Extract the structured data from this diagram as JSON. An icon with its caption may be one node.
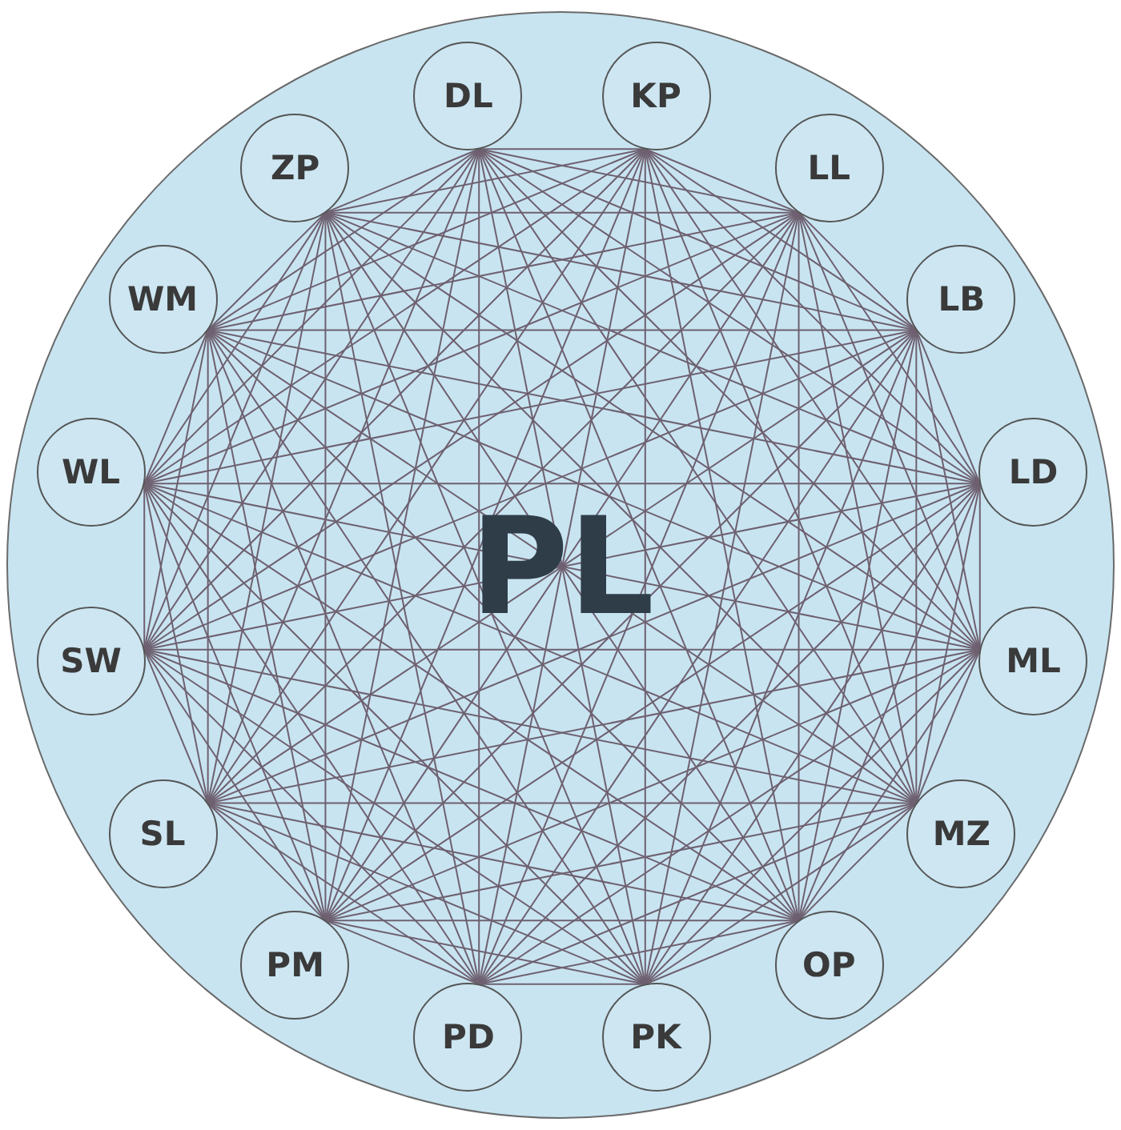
{
  "diagram": {
    "nodes": [
      {
        "text": [
          "PL"
        ]
      },
      {
        "text": [
          "DL"
        ],
        "in": 0
      },
      {
        "text": [
          "KP"
        ],
        "in": 0
      },
      {
        "text": [
          "LL"
        ],
        "in": 0
      },
      {
        "text": [
          "LB"
        ],
        "in": 0
      },
      {
        "text": [
          "LD"
        ],
        "in": 0
      },
      {
        "text": [
          "ML"
        ],
        "in": 0
      },
      {
        "text": [
          "MZ"
        ],
        "in": 0
      },
      {
        "text": [
          "OP"
        ],
        "in": 0
      },
      {
        "text": [
          "PK"
        ],
        "in": 0
      },
      {
        "text": [
          "PD"
        ],
        "in": 0
      },
      {
        "text": [
          "PM"
        ],
        "in": 0
      },
      {
        "text": [
          "SL"
        ],
        "in": 0
      },
      {
        "text": [
          "SW"
        ],
        "in": 0
      },
      {
        "text": [
          "WL"
        ],
        "in": 0
      },
      {
        "text": [
          "WM"
        ],
        "in": 0
      },
      {
        "text": [
          "ZP"
        ],
        "in": 0
      }
    ],
    "edges": [
      {
        "from": 1,
        "to": 2,
        "arrow": "none"
      },
      {
        "from": 1,
        "to": 3,
        "arrow": "none"
      },
      {
        "from": 1,
        "to": 4,
        "arrow": "none"
      },
      {
        "from": 1,
        "to": 5,
        "arrow": "none"
      },
      {
        "from": 1,
        "to": 6,
        "arrow": "none"
      },
      {
        "from": 1,
        "to": 7,
        "arrow": "none"
      },
      {
        "from": 1,
        "to": 8,
        "arrow": "none"
      },
      {
        "from": 1,
        "to": 9,
        "arrow": "none"
      },
      {
        "from": 1,
        "to": 10,
        "arrow": "none"
      },
      {
        "from": 1,
        "to": 11,
        "arrow": "none"
      },
      {
        "from": 1,
        "to": 12,
        "arrow": "none"
      },
      {
        "from": 1,
        "to": 13,
        "arrow": "none"
      },
      {
        "from": 1,
        "to": 14,
        "arrow": "none"
      },
      {
        "from": 1,
        "to": 15,
        "arrow": "none"
      },
      {
        "from": 1,
        "to": 16,
        "arrow": "none"
      },
      {
        "from": 2,
        "to": 3,
        "arrow": "none"
      },
      {
        "from": 2,
        "to": 4,
        "arrow": "none"
      },
      {
        "from": 2,
        "to": 5,
        "arrow": "none"
      },
      {
        "from": 2,
        "to": 6,
        "arrow": "none"
      },
      {
        "from": 2,
        "to": 7,
        "arrow": "none"
      },
      {
        "from": 2,
        "to": 8,
        "arrow": "none"
      },
      {
        "from": 2,
        "to": 9,
        "arrow": "none"
      },
      {
        "from": 2,
        "to": 10,
        "arrow": "none"
      },
      {
        "from": 2,
        "to": 11,
        "arrow": "none"
      },
      {
        "from": 2,
        "to": 12,
        "arrow": "none"
      },
      {
        "from": 2,
        "to": 13,
        "arrow": "none"
      },
      {
        "from": 2,
        "to": 14,
        "arrow": "none"
      },
      {
        "from": 2,
        "to": 15,
        "arrow": "none"
      },
      {
        "from": 2,
        "to": 16,
        "arrow": "none"
      },
      {
        "from": 3,
        "to": 4,
        "arrow": "none"
      },
      {
        "from": 3,
        "to": 5,
        "arrow": "none"
      },
      {
        "from": 3,
        "to": 6,
        "arrow": "none"
      },
      {
        "from": 3,
        "to": 7,
        "arrow": "none"
      },
      {
        "from": 3,
        "to": 8,
        "arrow": "none"
      },
      {
        "from": 3,
        "to": 9,
        "arrow": "none"
      },
      {
        "from": 3,
        "to": 10,
        "arrow": "none"
      },
      {
        "from": 3,
        "to": 11,
        "arrow": "none"
      },
      {
        "from": 3,
        "to": 12,
        "arrow": "none"
      },
      {
        "from": 3,
        "to": 13,
        "arrow": "none"
      },
      {
        "from": 3,
        "to": 14,
        "arrow": "none"
      },
      {
        "from": 3,
        "to": 15,
        "arrow": "none"
      },
      {
        "from": 3,
        "to": 16,
        "arrow": "none"
      },
      {
        "from": 4,
        "to": 5,
        "arrow": "none"
      },
      {
        "from": 4,
        "to": 6,
        "arrow": "none"
      },
      {
        "from": 4,
        "to": 7,
        "arrow": "none"
      },
      {
        "from": 4,
        "to": 8,
        "arrow": "none"
      },
      {
        "from": 4,
        "to": 9,
        "arrow": "none"
      },
      {
        "from": 4,
        "to": 10,
        "arrow": "none"
      },
      {
        "from": 4,
        "to": 11,
        "arrow": "none"
      },
      {
        "from": 4,
        "to": 12,
        "arrow": "none"
      },
      {
        "from": 4,
        "to": 13,
        "arrow": "none"
      },
      {
        "from": 4,
        "to": 14,
        "arrow": "none"
      },
      {
        "from": 4,
        "to": 15,
        "arrow": "none"
      },
      {
        "from": 4,
        "to": 16,
        "arrow": "none"
      },
      {
        "from": 5,
        "to": 6,
        "arrow": "none"
      },
      {
        "from": 5,
        "to": 7,
        "arrow": "none"
      },
      {
        "from": 5,
        "to": 8,
        "arrow": "none"
      },
      {
        "from": 5,
        "to": 9,
        "arrow": "none"
      },
      {
        "from": 5,
        "to": 10,
        "arrow": "none"
      },
      {
        "from": 5,
        "to": 11,
        "arrow": "none"
      },
      {
        "from": 5,
        "to": 12,
        "arrow": "none"
      },
      {
        "from": 5,
        "to": 13,
        "arrow": "none"
      },
      {
        "from": 5,
        "to": 14,
        "arrow": "none"
      },
      {
        "from": 5,
        "to": 15,
        "arrow": "none"
      },
      {
        "from": 5,
        "to": 16,
        "arrow": "none"
      },
      {
        "from": 6,
        "to": 7,
        "arrow": "none"
      },
      {
        "from": 6,
        "to": 8,
        "arrow": "none"
      },
      {
        "from": 6,
        "to": 9,
        "arrow": "none"
      },
      {
        "from": 6,
        "to": 10,
        "arrow": "none"
      },
      {
        "from": 6,
        "to": 11,
        "arrow": "none"
      },
      {
        "from": 6,
        "to": 12,
        "arrow": "none"
      },
      {
        "from": 6,
        "to": 13,
        "arrow": "none"
      },
      {
        "from": 6,
        "to": 14,
        "arrow": "none"
      },
      {
        "from": 6,
        "to": 15,
        "arrow": "none"
      },
      {
        "from": 6,
        "to": 16,
        "arrow": "none"
      },
      {
        "from": 7,
        "to": 8,
        "arrow": "none"
      },
      {
        "from": 7,
        "to": 9,
        "arrow": "none"
      },
      {
        "from": 7,
        "to": 10,
        "arrow": "none"
      },
      {
        "from": 7,
        "to": 11,
        "arrow": "none"
      },
      {
        "from": 7,
        "to": 12,
        "arrow": "none"
      },
      {
        "from": 7,
        "to": 13,
        "arrow": "none"
      },
      {
        "from": 7,
        "to": 14,
        "arrow": "none"
      },
      {
        "from": 7,
        "to": 15,
        "arrow": "none"
      },
      {
        "from": 7,
        "to": 16,
        "arrow": "none"
      },
      {
        "from": 8,
        "to": 9,
        "arrow": "none"
      },
      {
        "from": 8,
        "to": 10,
        "arrow": "none"
      },
      {
        "from": 8,
        "to": 11,
        "arrow": "none"
      },
      {
        "from": 8,
        "to": 12,
        "arrow": "none"
      },
      {
        "from": 8,
        "to": 13,
        "arrow": "none"
      },
      {
        "from": 8,
        "to": 14,
        "arrow": "none"
      },
      {
        "from": 8,
        "to": 15,
        "arrow": "none"
      },
      {
        "from": 8,
        "to": 16,
        "arrow": "none"
      },
      {
        "from": 9,
        "to": 10,
        "arrow": "none"
      },
      {
        "from": 9,
        "to": 11,
        "arrow": "none"
      },
      {
        "from": 9,
        "to": 12,
        "arrow": "none"
      },
      {
        "from": 9,
        "to": 13,
        "arrow": "none"
      },
      {
        "from": 9,
        "to": 14,
        "arrow": "none"
      },
      {
        "from": 9,
        "to": 15,
        "arrow": "none"
      },
      {
        "from": 9,
        "to": 16,
        "arrow": "none"
      },
      {
        "from": 10,
        "to": 11,
        "arrow": "none"
      },
      {
        "from": 10,
        "to": 12,
        "arrow": "none"
      },
      {
        "from": 10,
        "to": 13,
        "arrow": "none"
      },
      {
        "from": 10,
        "to": 14,
        "arrow": "none"
      },
      {
        "from": 10,
        "to": 15,
        "arrow": "none"
      },
      {
        "from": 10,
        "to": 16,
        "arrow": "none"
      },
      {
        "from": 11,
        "to": 12,
        "arrow": "none"
      },
      {
        "from": 11,
        "to": 13,
        "arrow": "none"
      },
      {
        "from": 11,
        "to": 14,
        "arrow": "none"
      },
      {
        "from": 11,
        "to": 15,
        "arrow": "none"
      },
      {
        "from": 11,
        "to": 16,
        "arrow": "none"
      },
      {
        "from": 12,
        "to": 13,
        "arrow": "none"
      },
      {
        "from": 12,
        "to": 14,
        "arrow": "none"
      },
      {
        "from": 12,
        "to": 15,
        "arrow": "none"
      },
      {
        "from": 12,
        "to": 16,
        "arrow": "none"
      },
      {
        "from": 13,
        "to": 14,
        "arrow": "none"
      },
      {
        "from": 13,
        "to": 15,
        "arrow": "none"
      },
      {
        "from": 13,
        "to": 16,
        "arrow": "none"
      },
      {
        "from": 14,
        "to": 15,
        "arrow": "none"
      },
      {
        "from": 14,
        "to": 16,
        "arrow": "none"
      },
      {
        "from": 15,
        "to": 16,
        "arrow": "none"
      }
    ]
  }
}
